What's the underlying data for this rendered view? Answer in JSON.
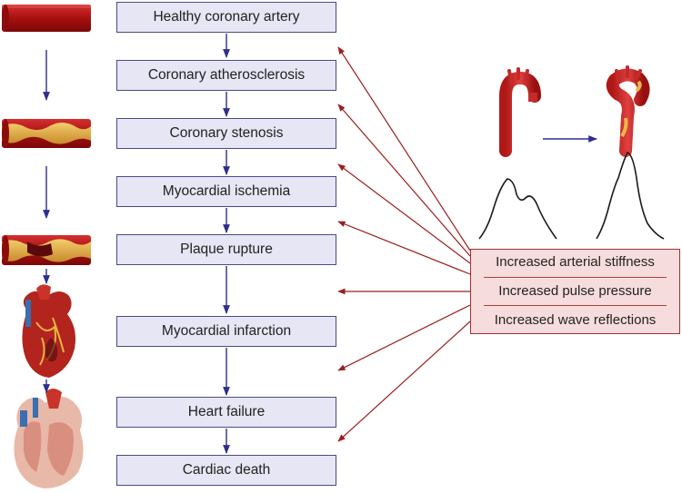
{
  "stages": [
    "Healthy coronary artery",
    "Coronary atherosclerosis",
    "Coronary stenosis",
    "Myocardial ischemia",
    "Plaque rupture",
    "Myocardial infarction",
    "Heart failure",
    "Cardiac death"
  ],
  "factors": [
    "Increased arterial stiffness",
    "Increased pulse pressure",
    "Increased wave reflections"
  ],
  "colors": {
    "flow_arrow": "#2e2e8c",
    "factor_arrow": "#9a1e1e",
    "box_fill": "#e6e6f4",
    "box_border": "#4a4a86",
    "panel_fill": "#f6dcdc",
    "panel_border": "#a03232",
    "artery_red": "#b81c1c",
    "plaque_yellow": "#e9b84a"
  },
  "illustrations": [
    "healthy-artery-icon",
    "narrowed-artery-icon",
    "ruptured-plaque-artery-icon",
    "infarcted-heart-icon",
    "failing-heart-icon",
    "normal-aorta-icon",
    "stiff-aorta-icon",
    "normal-pulse-wave-icon",
    "augmented-pulse-wave-icon"
  ]
}
